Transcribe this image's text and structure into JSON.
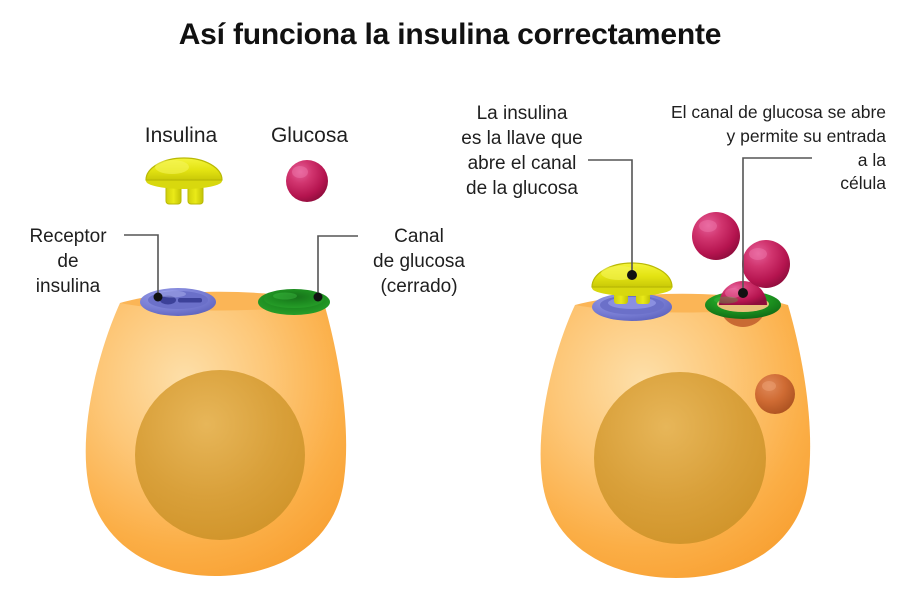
{
  "title": "Así funciona la insulina correctamente",
  "legend": {
    "insulin_label": "Insulina",
    "glucose_label": "Glucosa"
  },
  "left_panel": {
    "receptor_label": "Receptor\nde\ninsulina",
    "channel_label": "Canal\nde glucosa\n(cerrado)"
  },
  "right_panel": {
    "insulin_key_label": "La insulina\nes la llave que\nabre el canal\nde la glucosa",
    "channel_open_label": "El canal de glucosa se abre\ny permite su entrada\na la\ncélula"
  },
  "colors": {
    "cell_fill": "#fbb04a",
    "cell_fill_light": "#fdd08a",
    "nucleus": "#d79a33",
    "receptor_blue": "#7b81d8",
    "receptor_blue_dark": "#4a4fae",
    "channel_green": "#1f9e1f",
    "channel_green_dark": "#0d6b17",
    "insulin_yellow": "#e8e81d",
    "insulin_yellow_dark": "#b9b905",
    "glucose_crimson": "#c0175a",
    "glucose_crimson_light": "#e0478a",
    "glucose_inside": "#d4622e",
    "leader_line": "#555555",
    "text": "#1f1f1f",
    "background": "#ffffff"
  },
  "icons": {
    "insulin": "insulin-key-icon",
    "glucose": "glucose-sphere-icon",
    "receptor": "insulin-receptor-icon",
    "channel_closed": "glucose-channel-closed-icon",
    "channel_open": "glucose-channel-open-icon",
    "nucleus": "cell-nucleus-icon"
  }
}
